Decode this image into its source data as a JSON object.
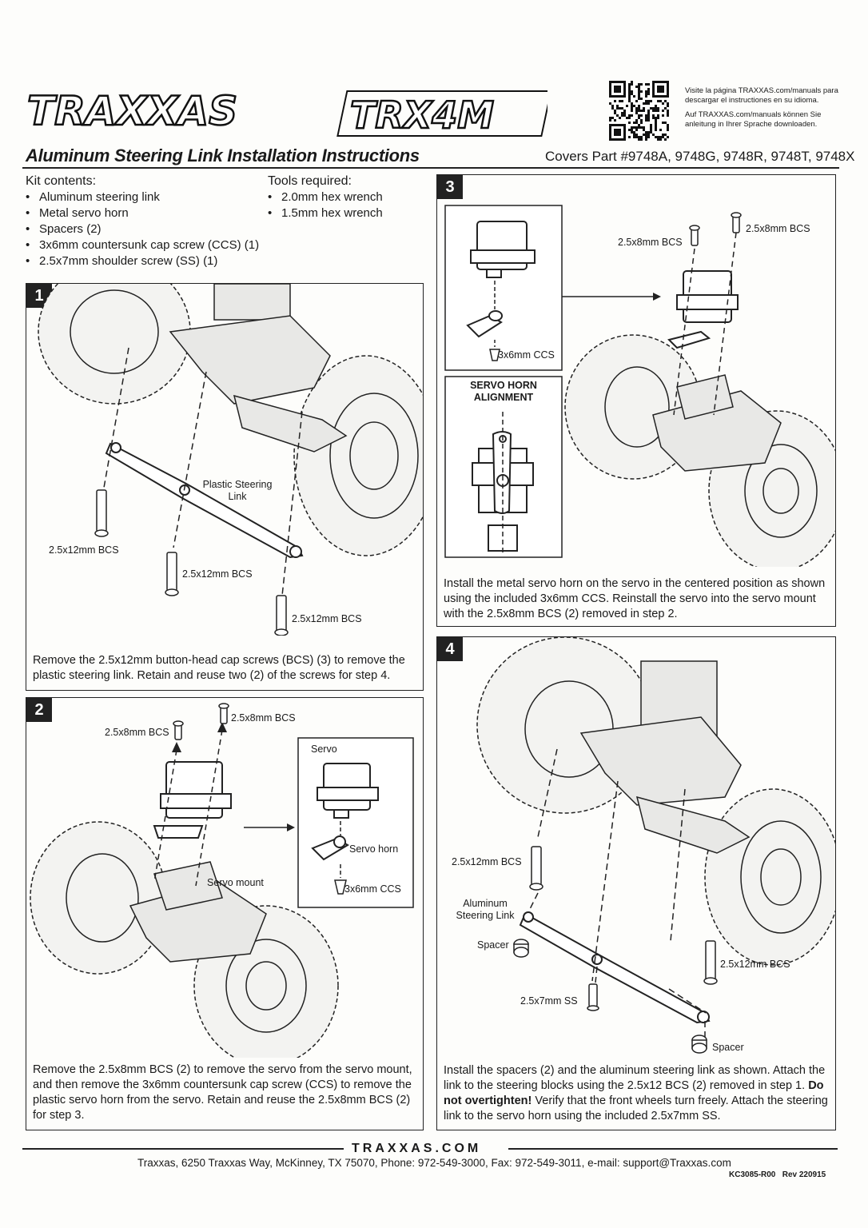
{
  "header": {
    "brand": "TRAXXAS",
    "model": "TRX4M",
    "qr_text_es": "Visite la página TRAXXAS.com/manuals para descargar el instructiones en su idioma.",
    "qr_text_de": "Auf TRAXXAS.com/manuals können Sie anleitung in Ihrer Sprache downloaden.",
    "title": "Aluminum Steering Link Installation Instructions",
    "covers": "Covers Part #9748A, 9748G, 9748R, 9748T, 9748X"
  },
  "kit": {
    "heading": "Kit contents:",
    "items": [
      "Aluminum steering link",
      "Metal servo horn",
      "Spacers (2)",
      "3x6mm countersunk cap screw (CCS) (1)",
      "2.5x7mm shoulder screw (SS) (1)"
    ]
  },
  "tools": {
    "heading": "Tools required:",
    "items": [
      "2.0mm hex wrench",
      "1.5mm hex wrench"
    ]
  },
  "step1": {
    "number": "1",
    "labels": {
      "link": "Plastic Steering Link",
      "bcs_a": "2.5x12mm BCS",
      "bcs_b": "2.5x12mm BCS",
      "bcs_c": "2.5x12mm BCS"
    },
    "caption": "Remove the 2.5x12mm button-head cap screws (BCS) (3) to remove the plastic steering link. Retain and reuse two (2) of the screws for step 4."
  },
  "step2": {
    "number": "2",
    "labels": {
      "bcs_a": "2.5x8mm BCS",
      "bcs_b": "2.5x8mm BCS",
      "servo": "Servo",
      "servo_horn": "Servo horn",
      "ccs": "3x6mm CCS",
      "servo_mount": "Servo mount"
    },
    "caption": "Remove the 2.5x8mm BCS (2) to remove the servo from the servo mount, and then remove the 3x6mm countersunk cap screw (CCS) to remove the plastic servo horn from the servo. Retain and reuse the 2.5x8mm BCS (2) for step 3."
  },
  "step3": {
    "number": "3",
    "labels": {
      "bcs_a": "2.5x8mm BCS",
      "bcs_b": "2.5x8mm BCS",
      "ccs": "3x6mm CCS",
      "alignment": "SERVO HORN ALIGNMENT"
    },
    "caption": "Install the metal servo horn on the servo in the centered position as shown using the included 3x6mm CCS. Reinstall the servo into the servo mount with the 2.5x8mm BCS (2) removed in step 2."
  },
  "step4": {
    "number": "4",
    "labels": {
      "bcs_a": "2.5x12mm BCS",
      "link": "Aluminum Steering Link",
      "spacer_a": "Spacer",
      "ss": "2.5x7mm SS",
      "bcs_b": "2.5x12mm BCS",
      "spacer_b": "Spacer"
    },
    "caption_1": "Install the spacers (2) and the aluminum steering link as shown. Attach the link to the steering blocks using the 2.5x12 BCS (2) removed in step 1. ",
    "caption_bold": "Do not overtighten!",
    "caption_2": " Verify that the front wheels turn freely. Attach the steering link to the servo horn using the included 2.5x7mm SS."
  },
  "footer": {
    "brand": "TRAXXAS.COM",
    "address": "Traxxas, 6250 Traxxas Way, McKinney, TX 75070, Phone: 972-549-3000, Fax: 972-549-3011, e-mail: support@Traxxas.com",
    "code": "KC3085-R00",
    "rev": "Rev 220915"
  }
}
